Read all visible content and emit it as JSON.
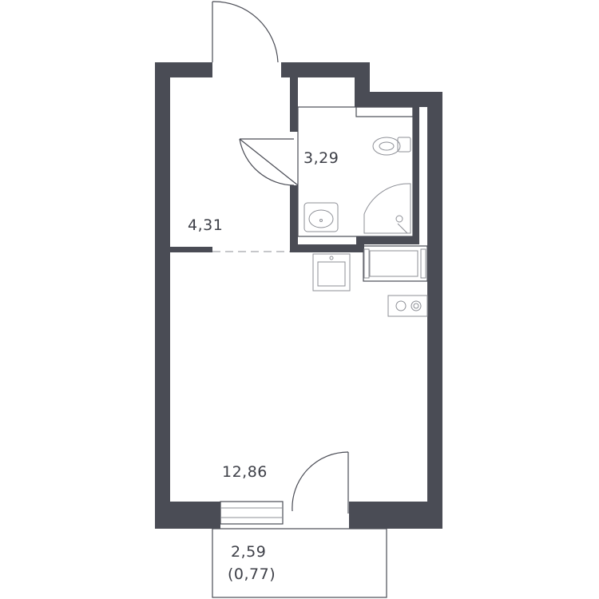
{
  "rooms": {
    "hallway": {
      "area": "4,31"
    },
    "bathroom": {
      "area": "3,29"
    },
    "living_room": {
      "area": "12,86"
    },
    "balcony": {
      "area": "2,59",
      "area_reduced": "(0,77)"
    }
  },
  "colors": {
    "wall": "#4a4c55",
    "fixture": "#8d8f96",
    "label": "#3d3f47",
    "background": "#ffffff"
  }
}
